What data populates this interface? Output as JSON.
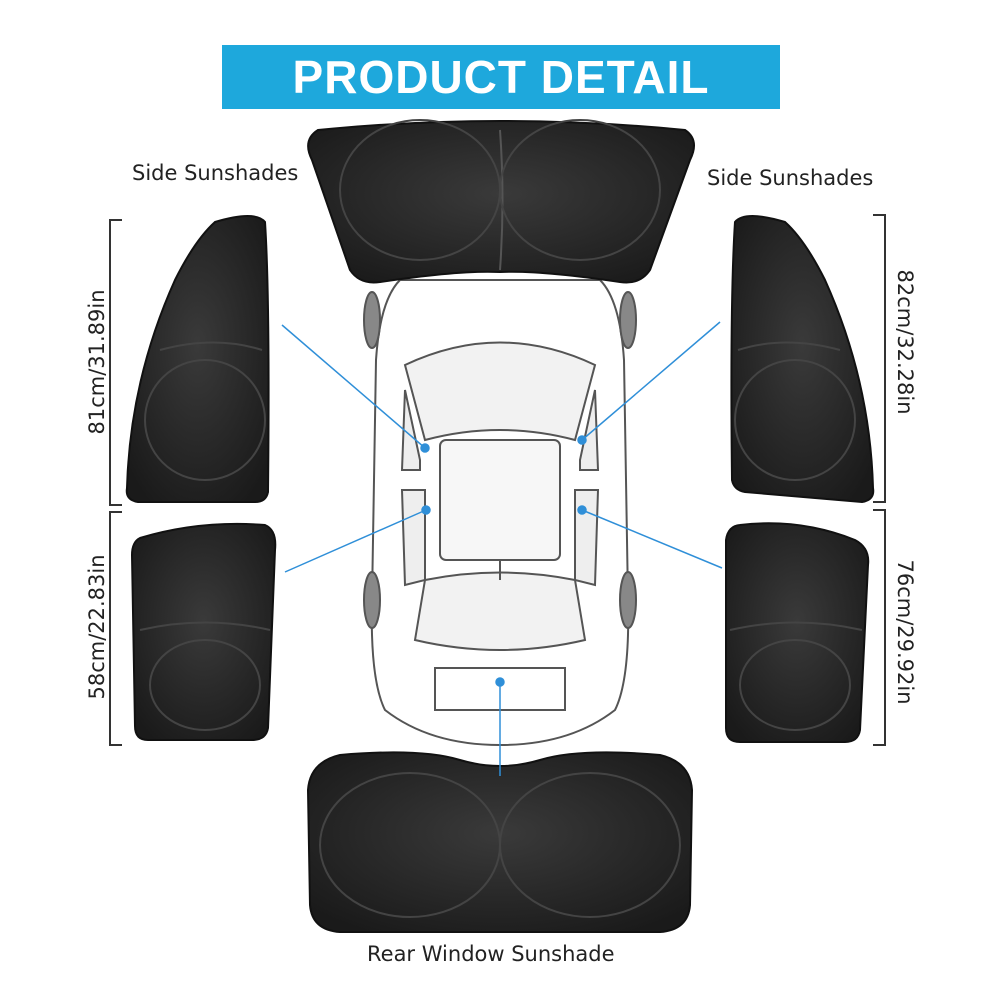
{
  "header": {
    "title": "PRODUCT DETAIL"
  },
  "labels": {
    "side_left": "Side Sunshades",
    "side_right": "Side Sunshades",
    "rear": "Rear Window Sunshade"
  },
  "dimensions": {
    "front_left": "81cm/31.89in",
    "rear_left": "58cm/22.83in",
    "front_right": "82cm/32.28in",
    "rear_right": "76cm/29.92in"
  },
  "colors": {
    "banner": "#1ea8dc",
    "shade": "#2b2b2b",
    "callout": "#2f8fd8"
  }
}
